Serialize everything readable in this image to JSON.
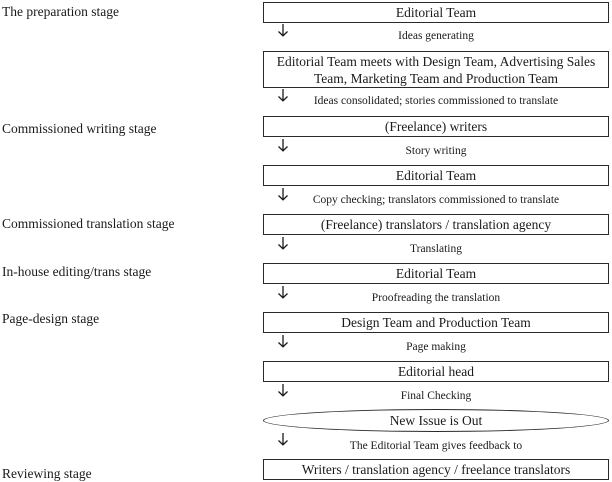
{
  "stages": [
    {
      "id": "preparation",
      "label": "The preparation stage"
    },
    {
      "id": "writing",
      "label": "Commissioned writing stage"
    },
    {
      "id": "translation",
      "label": "Commissioned translation stage"
    },
    {
      "id": "editing",
      "label": "In-house editing/trans stage"
    },
    {
      "id": "design",
      "label": "Page-design stage"
    },
    {
      "id": "reviewing",
      "label": "Reviewing stage"
    }
  ],
  "nodes": [
    {
      "id": "editorial-team-1",
      "text": "Editorial Team",
      "shape": "rect"
    },
    {
      "id": "joint-meeting",
      "text": "Editorial Team meets with Design Team, Advertising Sales Team, Marketing Team and Production Team",
      "shape": "rect"
    },
    {
      "id": "writers",
      "text": "(Freelance) writers",
      "shape": "rect"
    },
    {
      "id": "editorial-team-2",
      "text": "Editorial Team",
      "shape": "rect"
    },
    {
      "id": "translators",
      "text": "(Freelance) translators / translation agency",
      "shape": "rect"
    },
    {
      "id": "editorial-team-3",
      "text": "Editorial Team",
      "shape": "rect"
    },
    {
      "id": "design-production",
      "text": "Design Team and Production Team",
      "shape": "rect"
    },
    {
      "id": "editorial-head",
      "text": "Editorial head",
      "shape": "rect"
    },
    {
      "id": "new-issue",
      "text": "New Issue is Out",
      "shape": "oval"
    },
    {
      "id": "feedback-recipients",
      "text": "Writers / translation agency / freelance translators",
      "shape": "rect"
    }
  ],
  "steps": [
    "Ideas generating",
    "Ideas consolidated; stories commissioned to translate",
    "Story writing",
    "Copy checking; translators commissioned to translate",
    "Translating",
    "Proofreading the translation",
    "Page making",
    "Final Checking",
    "The Editorial Team gives feedback to"
  ],
  "colors": {
    "ink": "#1a1a1a",
    "border": "#2a2a2a",
    "background": "#ffffff"
  }
}
